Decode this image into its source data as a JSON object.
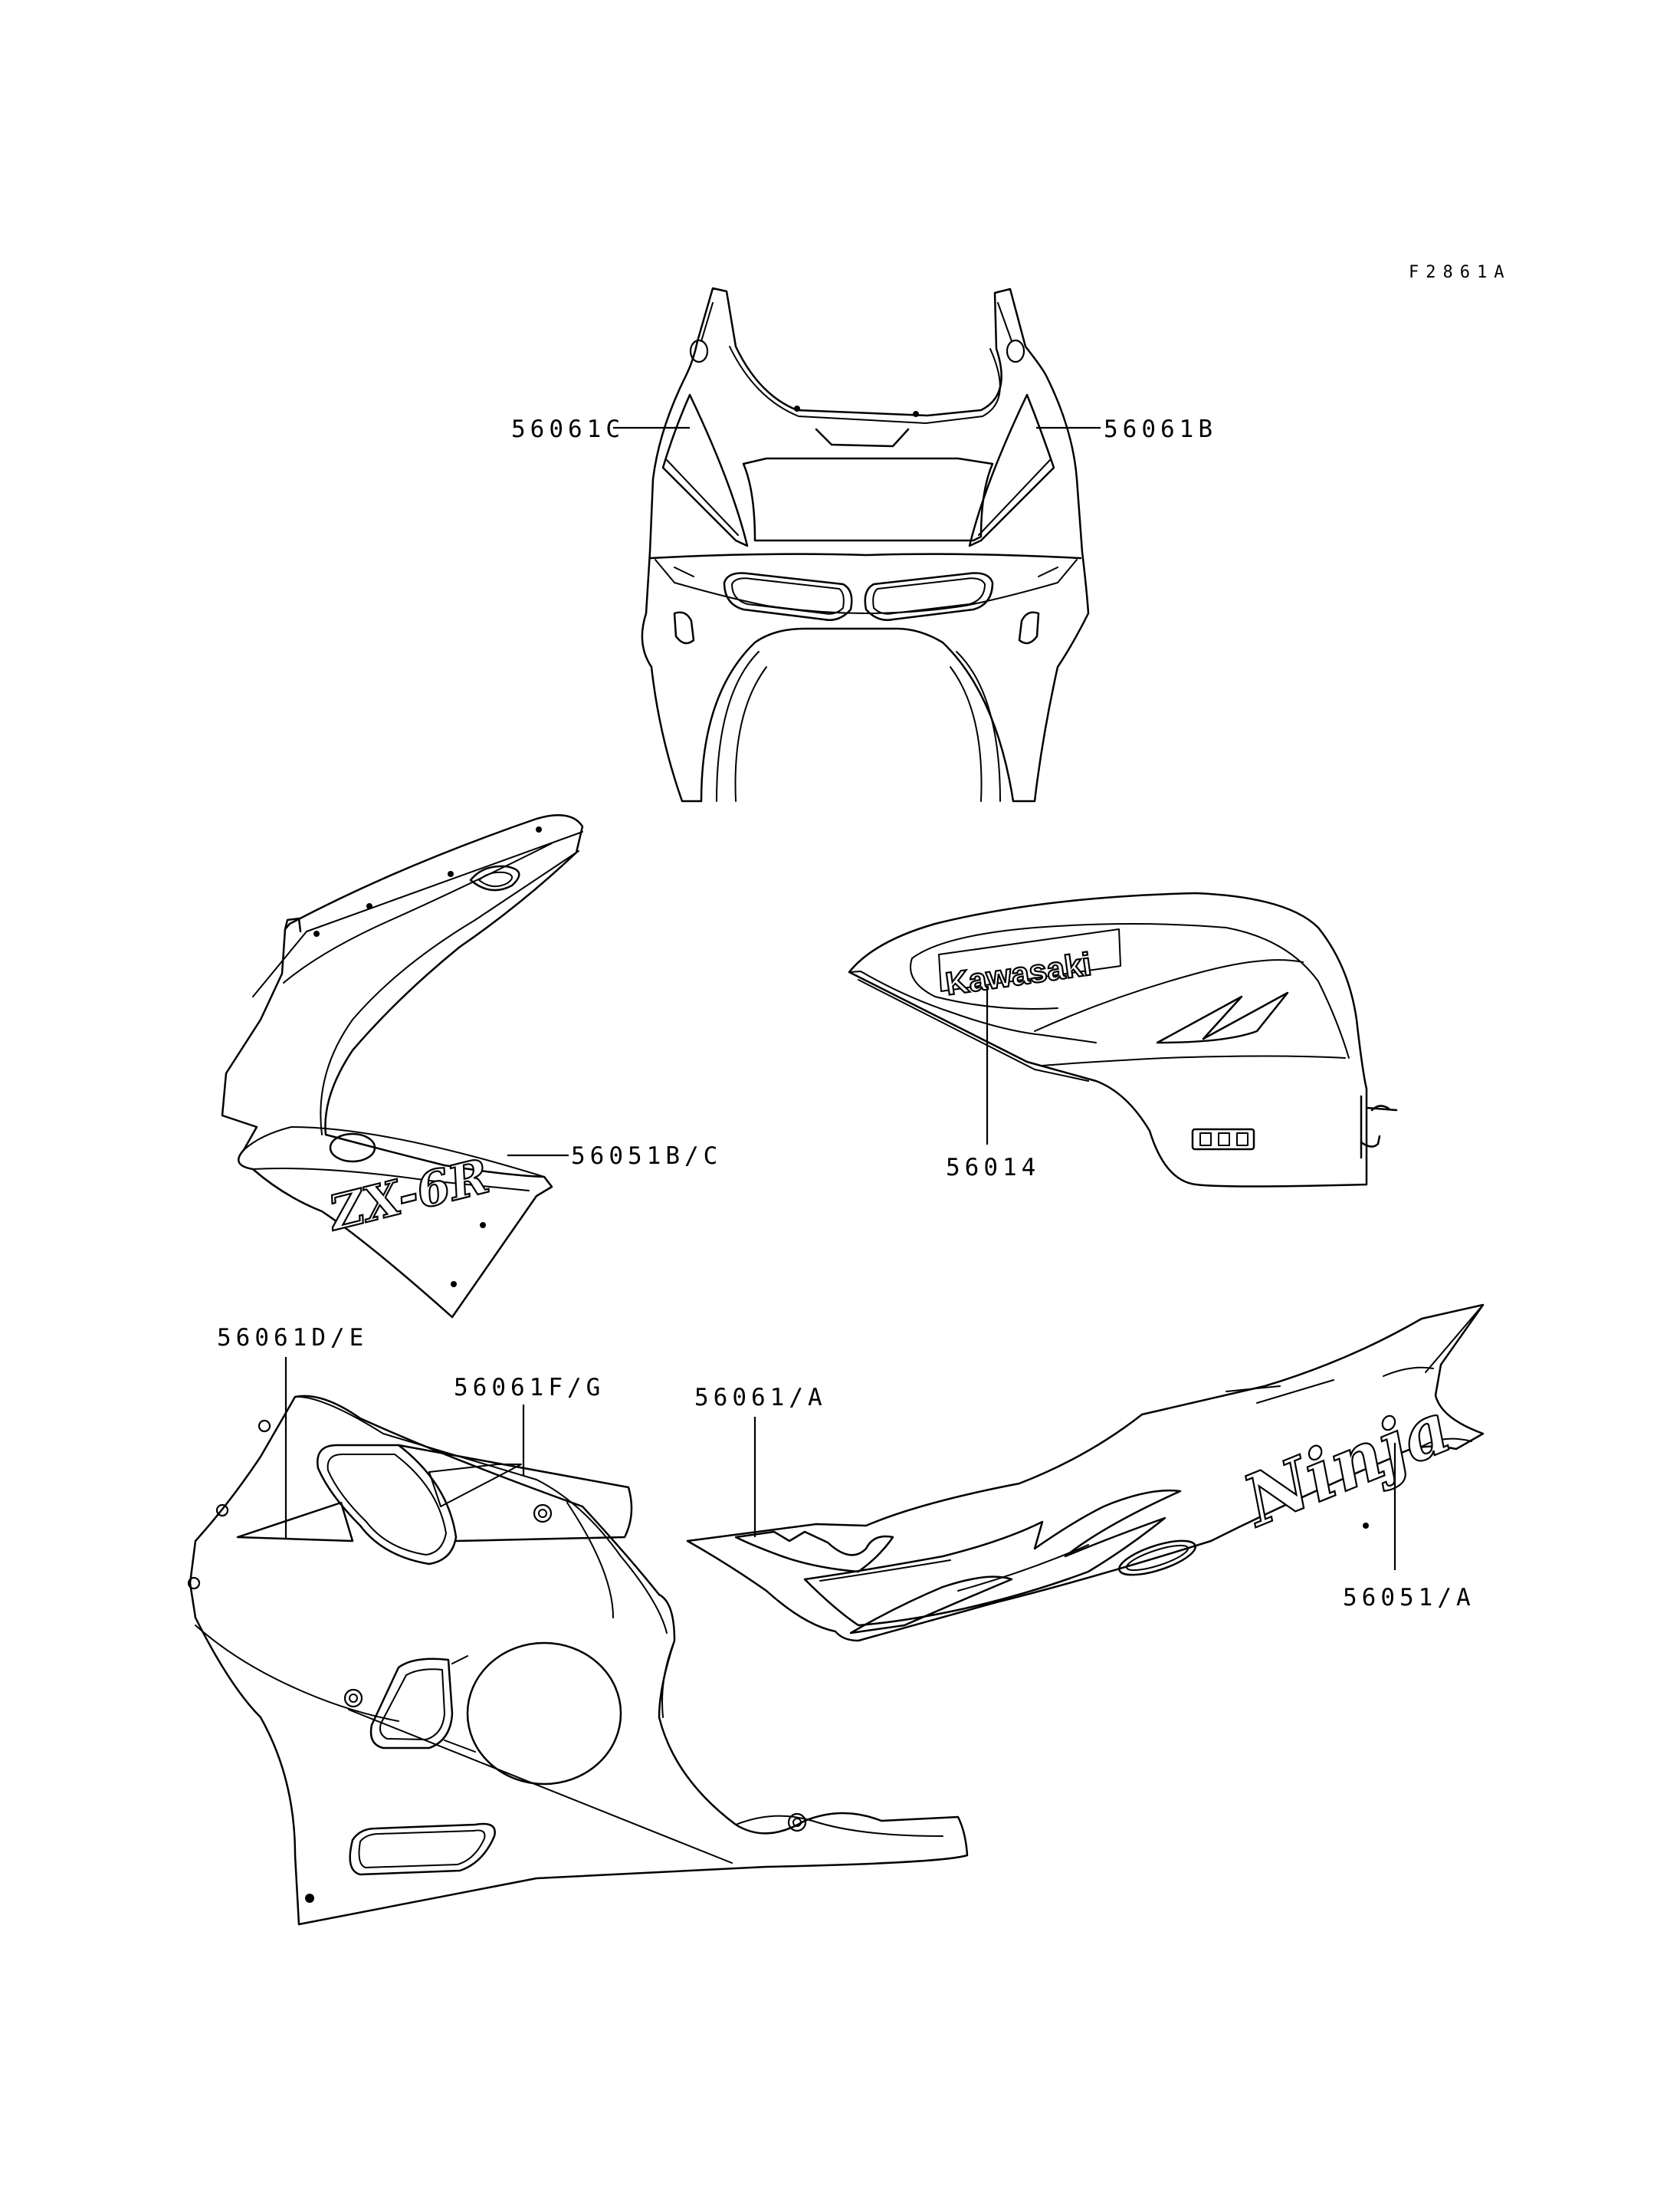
{
  "figure_code": "F2861A",
  "labels": {
    "upper_cowl_left": "56061C",
    "upper_cowl_right": "56061B",
    "side_cowl": "56051B/C",
    "fuel_tank": "56014",
    "lower_cowl_main": "56061D/E",
    "lower_cowl_upper": "56061F/G",
    "seat_cowl": "56061/A",
    "seat_cowl_emblem": "56051/A"
  },
  "emblems": {
    "side_cowl": "ZX-6R",
    "tank": "Kawasaki",
    "seat_cowl": "Ninja"
  }
}
